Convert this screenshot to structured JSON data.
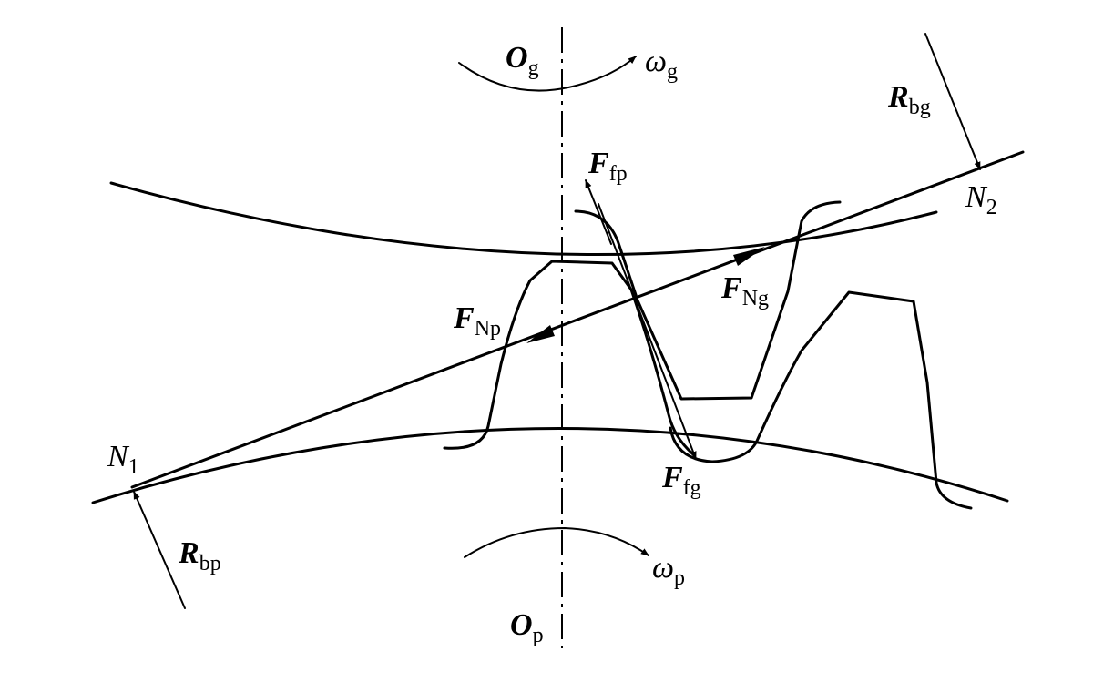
{
  "labels": {
    "og": {
      "main": "O",
      "sub": "g"
    },
    "wg": {
      "main": "ω",
      "sub": "g"
    },
    "rbg": {
      "main": "R",
      "sub": "bg"
    },
    "n2": {
      "main": "N",
      "sub": "2"
    },
    "ffp": {
      "main": "F",
      "sub": "fp"
    },
    "fng": {
      "main": "F",
      "sub": "Ng"
    },
    "fnp": {
      "main": "F",
      "sub": "Np"
    },
    "n1": {
      "main": "N",
      "sub": "1"
    },
    "ffg": {
      "main": "F",
      "sub": "fg"
    },
    "rbp": {
      "main": "R",
      "sub": "bp"
    },
    "wp": {
      "main": "ω",
      "sub": "p"
    },
    "op": {
      "main": "O",
      "sub": "p"
    }
  }
}
